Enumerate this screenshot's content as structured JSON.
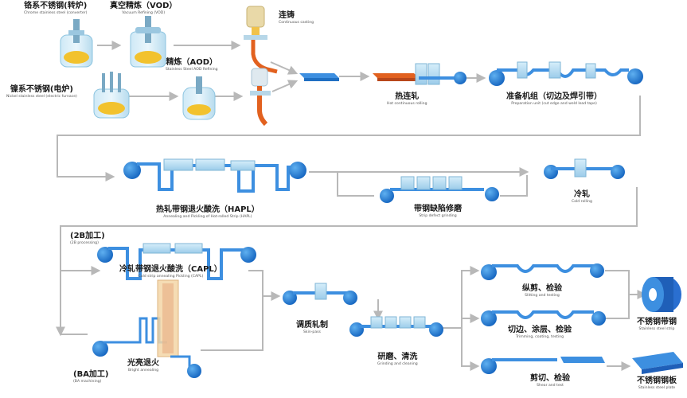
{
  "colors": {
    "arrow": "#b8b8b8",
    "roll": "#1f7fd6",
    "strip": "#3d8fe0",
    "mill": "#a9d6ee",
    "hot": "#e2611f",
    "furnace": "#f2c22e"
  },
  "icons": {
    "converter": "converter-vessel-icon",
    "vod": "vacuum-refining-vessel-icon",
    "aod": "aod-refining-vessel-icon",
    "ef": "electric-furnace-icon",
    "ccm": "continuous-casting-icon",
    "coil": "steel-coil-icon",
    "plate": "steel-plate-icon"
  },
  "steps": {
    "chrome": {
      "zh": "铬系不锈钢(转炉)",
      "en": "Chrome stainless steel (converter)"
    },
    "vod": {
      "zh": "真空精炼（VOD）",
      "en": "Vacuum Refining (VOD)"
    },
    "ccm": {
      "zh": "连铸",
      "en": "Continuous casting"
    },
    "aod": {
      "zh": "精炼（AOD）",
      "en": "Stainless Steel AOD Refining"
    },
    "nickel": {
      "zh": "镍系不锈钢(电炉)",
      "en": "Nickel stainless steel (electric furnace)"
    },
    "hotroll": {
      "zh": "热连轧",
      "en": "Hot continuous rolling"
    },
    "prep": {
      "zh": "准备机组（切边及焊引带）",
      "en": "Preparation unit (cut edge and weld lead tape)"
    },
    "hapl": {
      "zh": "热轧带钢退火酸洗（HAPL）",
      "en": "Annealing and Pickling of Hot-rolled Strip (HAPL)"
    },
    "grind": {
      "zh": "带钢缺陷修磨",
      "en": "Strip defect grinding"
    },
    "cold": {
      "zh": "冷轧",
      "en": "Cold rolling"
    },
    "p2b": {
      "zh": "(2B加工)",
      "en": "(2B processing)"
    },
    "capl": {
      "zh": "冷轧带钢退火酸洗（CAPL）",
      "en": "Cold strip annealing Pickling (CAPL)"
    },
    "skin": {
      "zh": "调质轧制",
      "en": "Skin-pass"
    },
    "bright": {
      "zh": "光亮退火",
      "en": "Bright annealing"
    },
    "pba": {
      "zh": "(BA加工)",
      "en": "(BA machining)"
    },
    "grind2": {
      "zh": "研磨、清洗",
      "en": "Grinding and cleaning"
    },
    "slit": {
      "zh": "纵剪、检验",
      "en": "Slitting and testing"
    },
    "trim": {
      "zh": "切边、涂层、检验",
      "en": "Trimming, coating, testing"
    },
    "shear": {
      "zh": "剪切、检验",
      "en": "Shear and test"
    },
    "strip": {
      "zh": "不锈钢带钢",
      "en": "Stainless steel strip"
    },
    "plate": {
      "zh": "不锈钢钢板",
      "en": "Stainless steel plate"
    }
  }
}
